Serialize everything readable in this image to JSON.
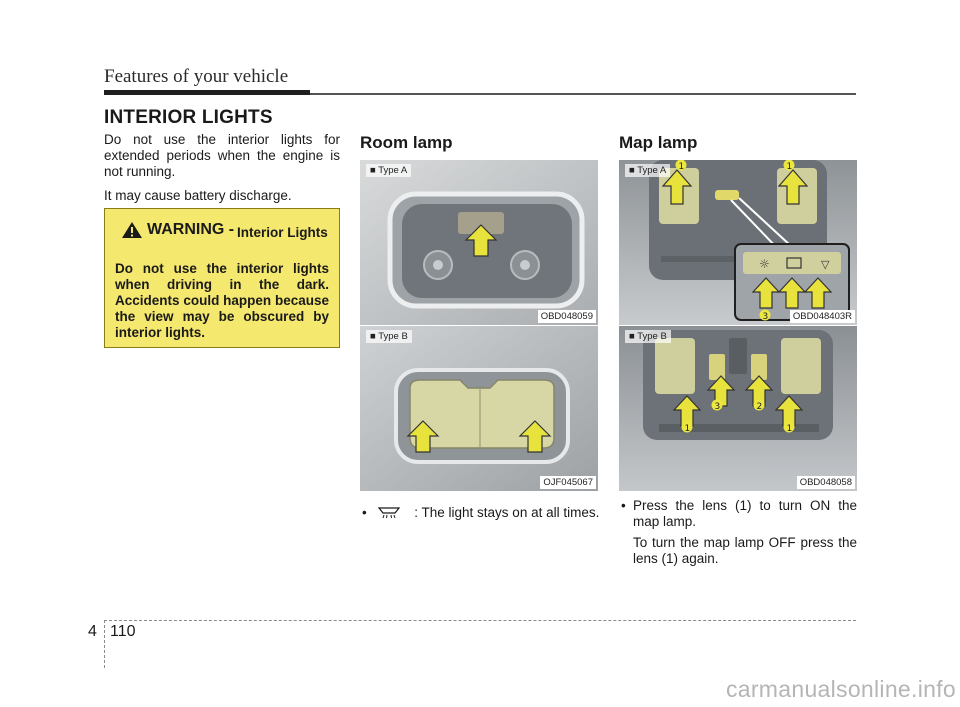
{
  "header": {
    "chapter": "Features of your vehicle"
  },
  "section": {
    "title": "INTERIOR LIGHTS"
  },
  "intro": {
    "p1": "Do not use the interior lights for extended periods when the engine is not running.",
    "p2": "It may cause battery discharge."
  },
  "warning": {
    "label": "WARNING - ",
    "subtitle": "Interior Lights",
    "body": "Do not use the interior lights when driving in the dark. Accidents could happen because the view may be obscured by interior lights.",
    "icon": "warning-triangle-icon",
    "bg_color": "#f5e86e"
  },
  "room_lamp": {
    "title": "Room lamp",
    "fig_a": {
      "tag": "■ Type A",
      "code": "OBD048059"
    },
    "fig_b": {
      "tag": "■ Type B",
      "code": "OJF045067"
    },
    "bullet": ": The light stays on at all times.",
    "bullet_icon": "dome-light-icon"
  },
  "map_lamp": {
    "title": "Map lamp",
    "fig_a": {
      "tag": "■ Type A",
      "code": "OBD048403R",
      "callouts": [
        "1",
        "1",
        "3"
      ]
    },
    "fig_b": {
      "tag": "■ Type B",
      "code": "OBD048058",
      "callouts": [
        "3",
        "2",
        "1",
        "1"
      ]
    },
    "bullet_1": "Press the lens (1) to turn ON the map lamp.",
    "bullet_2": "To turn the map lamp OFF press the lens (1) again."
  },
  "footer": {
    "section": "4",
    "page": "110"
  },
  "watermark": "carmanualsonline.info"
}
